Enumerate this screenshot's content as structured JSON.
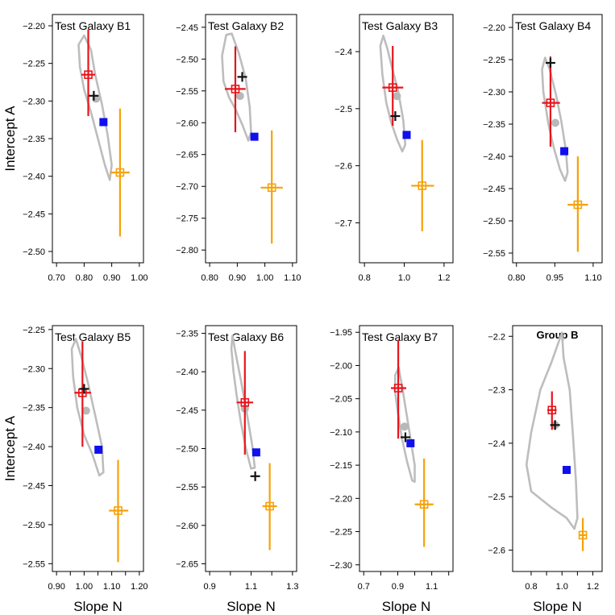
{
  "figure": {
    "xlabel": "Slope N",
    "ylabel": "Intercept A"
  },
  "legend_colors": {
    "red_marker": "#e8141b",
    "orange_marker": "#f5a20a",
    "black_marker": "#111111",
    "gray_marker": "#b8b8b8",
    "blue_marker": "#1010ee",
    "contour": "#bdbdbd"
  },
  "chart_data": [
    {
      "type": "scatter",
      "title": "Test Galaxy B1",
      "xlabel": "Slope N",
      "ylabel": "Intercept A",
      "xlim": [
        0.685,
        1.015
      ],
      "ylim": [
        -2.515,
        -2.185
      ],
      "xticks": [
        0.7,
        0.8,
        0.9,
        1.0
      ],
      "xticklabels": [
        "0.70",
        "0.80",
        "0.90",
        "1.00"
      ],
      "yticks": [
        -2.2,
        -2.25,
        -2.3,
        -2.35,
        -2.4,
        -2.45,
        -2.5
      ],
      "yticklabels": [
        "−2.20",
        "−2.25",
        "−2.30",
        "−2.35",
        "−2.40",
        "−2.45",
        "−2.50"
      ],
      "points": {
        "red": {
          "x": 0.815,
          "y": -2.265,
          "x_err": [
            0.79,
            0.84
          ],
          "y_err": [
            -2.32,
            -2.205
          ]
        },
        "orange": {
          "x": 0.93,
          "y": -2.395,
          "x_err": [
            0.895,
            0.965
          ],
          "y_err": [
            -2.48,
            -2.31
          ]
        },
        "black": {
          "x": 0.835,
          "y": -2.293
        },
        "gray": {
          "x": 0.843,
          "y": -2.297
        },
        "blue": {
          "x": 0.87,
          "y": -2.328
        }
      },
      "contour": [
        [
          0.78,
          -2.225
        ],
        [
          0.8,
          -2.213
        ],
        [
          0.825,
          -2.232
        ],
        [
          0.84,
          -2.265
        ],
        [
          0.865,
          -2.305
        ],
        [
          0.885,
          -2.345
        ],
        [
          0.9,
          -2.385
        ],
        [
          0.893,
          -2.405
        ],
        [
          0.875,
          -2.385
        ],
        [
          0.85,
          -2.35
        ],
        [
          0.825,
          -2.315
        ],
        [
          0.8,
          -2.285
        ],
        [
          0.785,
          -2.255
        ]
      ]
    },
    {
      "type": "scatter",
      "title": "Test Galaxy B2",
      "xlabel": "Slope N",
      "ylabel": "Intercept A",
      "xlim": [
        0.785,
        1.115
      ],
      "ylim": [
        -2.82,
        -2.43
      ],
      "xticks": [
        0.8,
        0.9,
        1.0,
        1.1
      ],
      "xticklabels": [
        "0.80",
        "0.90",
        "1.00",
        "1.10"
      ],
      "yticks": [
        -2.45,
        -2.5,
        -2.55,
        -2.6,
        -2.65,
        -2.7,
        -2.75,
        -2.8
      ],
      "yticklabels": [
        "−2.45",
        "−2.50",
        "−2.55",
        "−2.60",
        "−2.65",
        "−2.70",
        "−2.75",
        "−2.80"
      ],
      "points": {
        "red": {
          "x": 0.893,
          "y": -2.547,
          "x_err": [
            0.855,
            0.93
          ],
          "y_err": [
            -2.615,
            -2.48
          ]
        },
        "orange": {
          "x": 1.025,
          "y": -2.702,
          "x_err": [
            0.985,
            1.065
          ],
          "y_err": [
            -2.79,
            -2.612
          ]
        },
        "black": {
          "x": 0.918,
          "y": -2.528
        },
        "gray": {
          "x": 0.91,
          "y": -2.558
        },
        "blue": {
          "x": 0.962,
          "y": -2.622
        }
      },
      "contour": [
        [
          0.845,
          -2.495
        ],
        [
          0.86,
          -2.462
        ],
        [
          0.88,
          -2.46
        ],
        [
          0.905,
          -2.49
        ],
        [
          0.93,
          -2.53
        ],
        [
          0.945,
          -2.575
        ],
        [
          0.95,
          -2.615
        ],
        [
          0.94,
          -2.628
        ],
        [
          0.92,
          -2.605
        ],
        [
          0.895,
          -2.58
        ],
        [
          0.87,
          -2.56
        ],
        [
          0.85,
          -2.535
        ]
      ]
    },
    {
      "type": "scatter",
      "title": "Test Galaxy B3",
      "xlabel": "Slope N",
      "ylabel": "Intercept A",
      "xlim": [
        0.775,
        1.245
      ],
      "ylim": [
        -2.77,
        -2.335
      ],
      "xticks": [
        0.8,
        1.0,
        1.2
      ],
      "xticklabels": [
        "0.8",
        "1.0",
        "1.2"
      ],
      "yticks": [
        -2.4,
        -2.5,
        -2.6,
        -2.7
      ],
      "yticklabels": [
        "−2.4",
        "−2.5",
        "−2.6",
        "−2.7"
      ],
      "points": {
        "red": {
          "x": 0.942,
          "y": -2.463,
          "x_err": [
            0.89,
            0.995
          ],
          "y_err": [
            -2.53,
            -2.39
          ]
        },
        "orange": {
          "x": 1.09,
          "y": -2.635,
          "x_err": [
            1.035,
            1.15
          ],
          "y_err": [
            -2.715,
            -2.555
          ]
        },
        "black": {
          "x": 0.955,
          "y": -2.513
        },
        "gray": {
          "x": 0.963,
          "y": -2.478
        },
        "blue": {
          "x": 1.012,
          "y": -2.546
        }
      },
      "contour": [
        [
          0.88,
          -2.39
        ],
        [
          0.895,
          -2.372
        ],
        [
          0.915,
          -2.395
        ],
        [
          0.94,
          -2.43
        ],
        [
          0.97,
          -2.47
        ],
        [
          0.995,
          -2.52
        ],
        [
          1.005,
          -2.563
        ],
        [
          0.99,
          -2.575
        ],
        [
          0.965,
          -2.555
        ],
        [
          0.935,
          -2.525
        ],
        [
          0.91,
          -2.49
        ],
        [
          0.89,
          -2.44
        ]
      ]
    },
    {
      "type": "scatter",
      "title": "Test Galaxy B4",
      "xlabel": "Slope N",
      "ylabel": "Intercept A",
      "xlim": [
        0.785,
        1.135
      ],
      "ylim": [
        -2.565,
        -2.18
      ],
      "xticks": [
        0.8,
        0.95,
        1.1
      ],
      "xticklabels": [
        "0.80",
        "0.95",
        "1.10"
      ],
      "yticks": [
        -2.2,
        -2.25,
        -2.3,
        -2.35,
        -2.4,
        -2.45,
        -2.5,
        -2.55
      ],
      "yticklabels": [
        "−2.20",
        "−2.25",
        "−2.30",
        "−2.35",
        "−2.40",
        "−2.45",
        "−2.50",
        "−2.55"
      ],
      "points": {
        "red": {
          "x": 0.933,
          "y": -2.317,
          "x_err": [
            0.9,
            0.97
          ],
          "y_err": [
            -2.385,
            -2.245
          ]
        },
        "orange": {
          "x": 1.04,
          "y": -2.475,
          "x_err": [
            1.0,
            1.08
          ],
          "y_err": [
            -2.548,
            -2.4
          ]
        },
        "black": {
          "x": 0.933,
          "y": -2.255
        },
        "gray": {
          "x": 0.952,
          "y": -2.348
        },
        "blue": {
          "x": 0.987,
          "y": -2.392
        }
      },
      "contour": [
        [
          0.9,
          -2.265
        ],
        [
          0.912,
          -2.247
        ],
        [
          0.93,
          -2.265
        ],
        [
          0.955,
          -2.305
        ],
        [
          0.975,
          -2.345
        ],
        [
          0.993,
          -2.39
        ],
        [
          1.0,
          -2.425
        ],
        [
          0.99,
          -2.438
        ],
        [
          0.97,
          -2.42
        ],
        [
          0.945,
          -2.385
        ],
        [
          0.925,
          -2.35
        ],
        [
          0.905,
          -2.3
        ]
      ]
    },
    {
      "type": "scatter",
      "title": "Test Galaxy B5",
      "xlabel": "Slope N",
      "ylabel": "Intercept A",
      "xlim": [
        0.885,
        1.215
      ],
      "ylim": [
        -2.56,
        -2.245
      ],
      "xticks": [
        0.9,
        1.0,
        1.1,
        1.2
      ],
      "xticklabels": [
        "0.90",
        "1.00",
        "1.10",
        "1.20"
      ],
      "xminorticks": [
        0.95,
        1.05,
        1.15
      ],
      "yticks": [
        -2.25,
        -2.3,
        -2.35,
        -2.4,
        -2.45,
        -2.5,
        -2.55
      ],
      "yticklabels": [
        "−2.25",
        "−2.30",
        "−2.35",
        "−2.40",
        "−2.45",
        "−2.50",
        "−2.55"
      ],
      "points": {
        "red": {
          "x": 0.994,
          "y": -2.331,
          "x_err": [
            0.965,
            1.025
          ],
          "y_err": [
            -2.4,
            -2.265
          ]
        },
        "orange": {
          "x": 1.123,
          "y": -2.482,
          "x_err": [
            1.09,
            1.16
          ],
          "y_err": [
            -2.548,
            -2.417
          ]
        },
        "black": {
          "x": 1.0,
          "y": -2.326
        },
        "gray": {
          "x": 1.007,
          "y": -2.354
        },
        "blue": {
          "x": 1.052,
          "y": -2.404
        }
      },
      "contour": [
        [
          0.955,
          -2.275
        ],
        [
          0.97,
          -2.262
        ],
        [
          0.99,
          -2.285
        ],
        [
          1.015,
          -2.32
        ],
        [
          1.04,
          -2.36
        ],
        [
          1.065,
          -2.4
        ],
        [
          1.07,
          -2.433
        ],
        [
          1.055,
          -2.437
        ],
        [
          1.03,
          -2.41
        ],
        [
          1.0,
          -2.385
        ],
        [
          0.975,
          -2.35
        ],
        [
          0.96,
          -2.31
        ]
      ]
    },
    {
      "type": "scatter",
      "title": "Test Galaxy B6",
      "xlabel": "Slope N",
      "ylabel": "Intercept A",
      "xlim": [
        0.88,
        1.32
      ],
      "ylim": [
        -2.66,
        -2.34
      ],
      "xticks": [
        0.9,
        1.1,
        1.3
      ],
      "xticklabels": [
        "0.9",
        "1.1",
        "1.3"
      ],
      "xminorticks": [
        1.0,
        1.2
      ],
      "yticks": [
        -2.35,
        -2.4,
        -2.45,
        -2.5,
        -2.55,
        -2.6,
        -2.65
      ],
      "yticklabels": [
        "−2.35",
        "−2.40",
        "−2.45",
        "−2.50",
        "−2.55",
        "−2.60",
        "−2.65"
      ],
      "points": {
        "red": {
          "x": 1.07,
          "y": -2.44,
          "x_err": [
            1.03,
            1.11
          ],
          "y_err": [
            -2.508,
            -2.373
          ]
        },
        "orange": {
          "x": 1.19,
          "y": -2.575,
          "x_err": [
            1.155,
            1.225
          ],
          "y_err": [
            -2.632,
            -2.519
          ]
        },
        "black": {
          "x": 1.12,
          "y": -2.536
        },
        "gray": {
          "x": 1.07,
          "y": -2.448
        },
        "blue": {
          "x": 1.125,
          "y": -2.505
        }
      },
      "contour": [
        [
          1.005,
          -2.37
        ],
        [
          1.01,
          -2.353
        ],
        [
          1.025,
          -2.375
        ],
        [
          1.05,
          -2.41
        ],
        [
          1.08,
          -2.455
        ],
        [
          1.105,
          -2.495
        ],
        [
          1.118,
          -2.525
        ],
        [
          1.1,
          -2.526
        ],
        [
          1.075,
          -2.5
        ],
        [
          1.05,
          -2.465
        ],
        [
          1.03,
          -2.43
        ],
        [
          1.015,
          -2.4
        ]
      ]
    },
    {
      "type": "scatter",
      "title": "Test Galaxy B7",
      "xlabel": "Slope N",
      "ylabel": "Intercept A",
      "xlim": [
        0.675,
        1.225
      ],
      "ylim": [
        -2.31,
        -1.94
      ],
      "xticks": [
        0.7,
        0.9,
        1.1
      ],
      "xticklabels": [
        "0.7",
        "0.9",
        "1.1"
      ],
      "xminorticks": [
        0.8,
        1.0,
        1.2
      ],
      "yticks": [
        -1.95,
        -2.0,
        -2.05,
        -2.1,
        -2.15,
        -2.2,
        -2.25,
        -2.3
      ],
      "yticklabels": [
        "−1.95",
        "−2.00",
        "−2.05",
        "−2.10",
        "−2.15",
        "−2.20",
        "−2.25",
        "−2.30"
      ],
      "points": {
        "red": {
          "x": 0.903,
          "y": -2.034,
          "x_err": [
            0.86,
            0.95
          ],
          "y_err": [
            -2.11,
            -1.962
          ]
        },
        "orange": {
          "x": 1.055,
          "y": -2.209,
          "x_err": [
            1.0,
            1.11
          ],
          "y_err": [
            -2.273,
            -2.14
          ]
        },
        "black": {
          "x": 0.945,
          "y": -2.108
        },
        "gray": {
          "x": 0.94,
          "y": -2.092
        },
        "blue": {
          "x": 0.975,
          "y": -2.117
        }
      },
      "contour": [
        [
          0.885,
          -2.015
        ],
        [
          0.905,
          -2.003
        ],
        [
          0.925,
          -2.03
        ],
        [
          0.95,
          -2.07
        ],
        [
          0.975,
          -2.11
        ],
        [
          1.0,
          -2.15
        ],
        [
          1.0,
          -2.175
        ],
        [
          0.985,
          -2.173
        ],
        [
          0.955,
          -2.145
        ],
        [
          0.925,
          -2.11
        ],
        [
          0.9,
          -2.07
        ],
        [
          0.885,
          -2.04
        ]
      ]
    },
    {
      "type": "scatter",
      "title": "Group B",
      "xlabel": "Slope N",
      "ylabel": "Intercept A",
      "xlim": [
        0.68,
        1.26
      ],
      "ylim": [
        -2.64,
        -2.18
      ],
      "xticks": [
        0.8,
        1.0,
        1.2
      ],
      "xticklabels": [
        "0.8",
        "1.0",
        "1.2"
      ],
      "xminorticks": [
        0.9,
        1.1
      ],
      "yticks": [
        -2.2,
        -2.3,
        -2.4,
        -2.5,
        -2.6
      ],
      "yticklabels": [
        "−2.2",
        "−2.3",
        "−2.4",
        "−2.5",
        "−2.6"
      ],
      "points": {
        "red": {
          "x": 0.935,
          "y": -2.338,
          "x_err": [
            0.905,
            0.965
          ],
          "y_err": [
            -2.375,
            -2.303
          ]
        },
        "orange": {
          "x": 1.135,
          "y": -2.572,
          "x_err": [
            1.115,
            1.155
          ],
          "y_err": [
            -2.602,
            -2.54
          ]
        },
        "black": {
          "x": 0.955,
          "y": -2.366
        },
        "gray": {
          "x": 0.955,
          "y": -2.366
        },
        "blue": {
          "x": 1.03,
          "y": -2.45
        }
      },
      "contour": [
        [
          0.985,
          -2.205
        ],
        [
          1.0,
          -2.193
        ],
        [
          1.01,
          -2.24
        ],
        [
          1.05,
          -2.3
        ],
        [
          1.07,
          -2.38
        ],
        [
          1.09,
          -2.47
        ],
        [
          1.1,
          -2.54
        ],
        [
          1.08,
          -2.56
        ],
        [
          1.03,
          -2.54
        ],
        [
          0.93,
          -2.52
        ],
        [
          0.8,
          -2.49
        ],
        [
          0.77,
          -2.44
        ],
        [
          0.8,
          -2.38
        ],
        [
          0.86,
          -2.3
        ],
        [
          0.93,
          -2.25
        ]
      ]
    }
  ]
}
